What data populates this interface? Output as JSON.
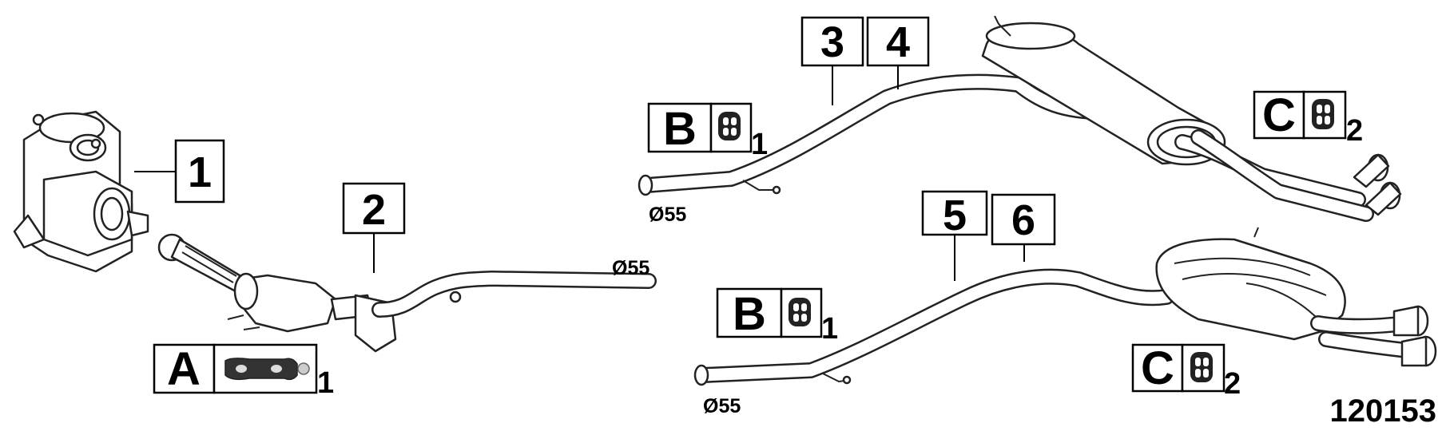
{
  "diagram_id": "120153",
  "part_numbers": [
    "1",
    "2",
    "3",
    "4",
    "5",
    "6"
  ],
  "kits": [
    {
      "letter": "A",
      "quantity": "1",
      "icon": "flange-gasket-icon"
    },
    {
      "letter": "B",
      "quantity": "1",
      "icon": "rubber-hanger-icon"
    },
    {
      "letter": "C",
      "quantity": "2",
      "icon": "rubber-hanger-icon"
    }
  ],
  "pipe_diameters": [
    "Ø55",
    "Ø55",
    "Ø55"
  ],
  "colors": {
    "line": "#222222",
    "fill": "#ffffff",
    "text": "#000000"
  }
}
